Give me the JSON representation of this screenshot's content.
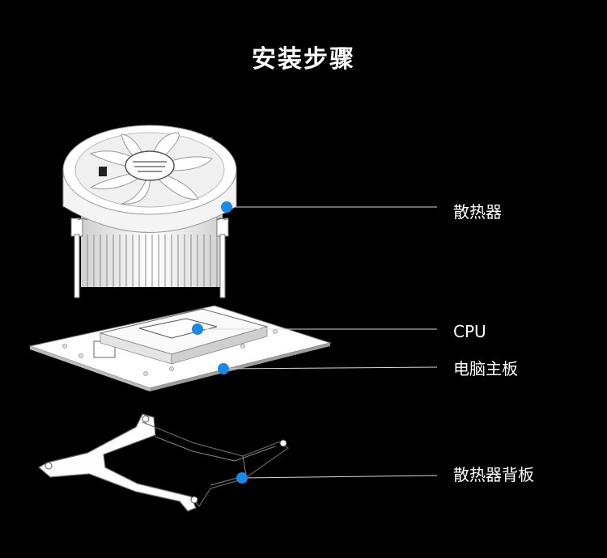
{
  "title": "安装步骤",
  "colors": {
    "background": "#000000",
    "accent_dot": "#1e88e5",
    "line": "#d8d8d8"
  },
  "callouts": [
    {
      "id": "heatsink",
      "label": "散热器"
    },
    {
      "id": "cpu",
      "label": "CPU"
    },
    {
      "id": "motherboard",
      "label": "电脑主板"
    },
    {
      "id": "backplate",
      "label": "散热器背板"
    }
  ]
}
